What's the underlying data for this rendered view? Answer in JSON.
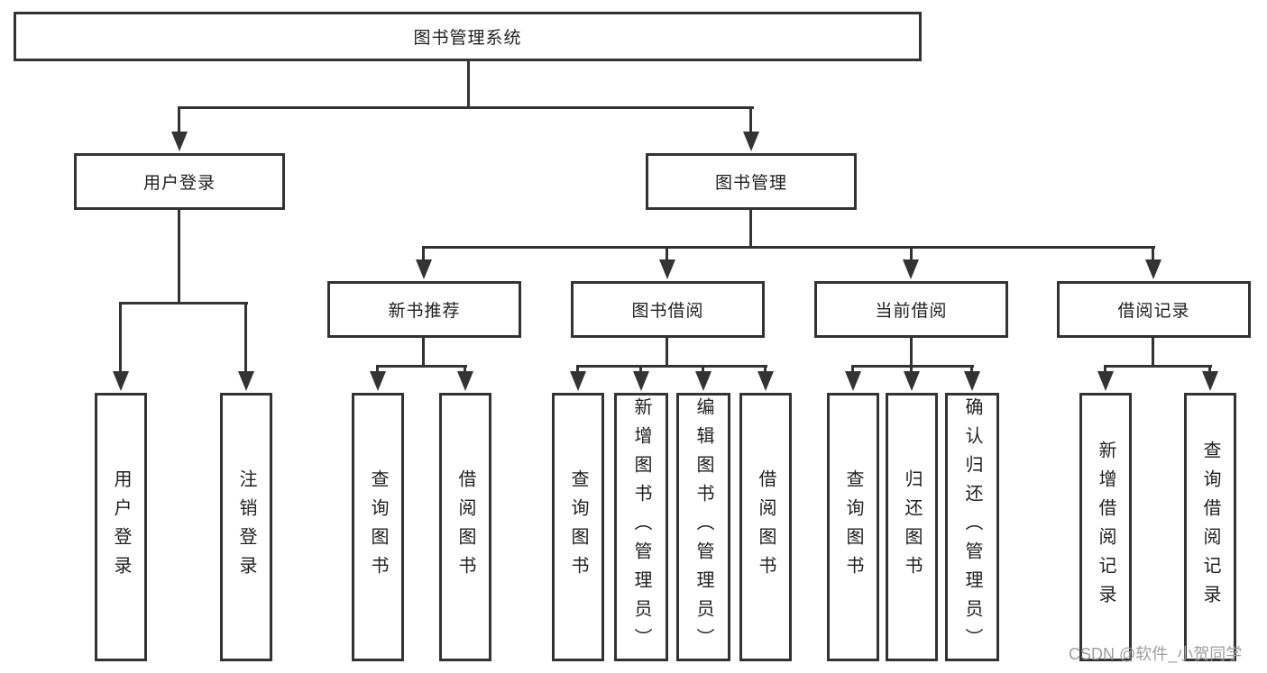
{
  "diagram": {
    "root": {
      "label": "图书管理系统"
    },
    "level2": [
      {
        "label": "用户登录"
      },
      {
        "label": "图书管理"
      }
    ],
    "level3": [
      {
        "label": "新书推荐"
      },
      {
        "label": "图书借阅"
      },
      {
        "label": "当前借阅"
      },
      {
        "label": "借阅记录"
      }
    ],
    "leaves": {
      "user": [
        "用户登录",
        "注销登录"
      ],
      "new_books": [
        "查询图书",
        "借阅图书"
      ],
      "book_borrow": [
        "查询图书",
        "新增图书（管理员）",
        "编辑图书（管理员）",
        "借阅图书"
      ],
      "current_borrow": [
        "查询图书",
        "归还图书",
        "确认归还（管理员）"
      ],
      "borrow_records": [
        "新增借阅记录",
        "查询借阅记录"
      ]
    }
  },
  "watermark": "CSDN @软件_小贺同学",
  "colors": {
    "line": "#333333",
    "text": "#1f1f1f",
    "watermark": "#9e9e9e",
    "background": "#ffffff"
  }
}
